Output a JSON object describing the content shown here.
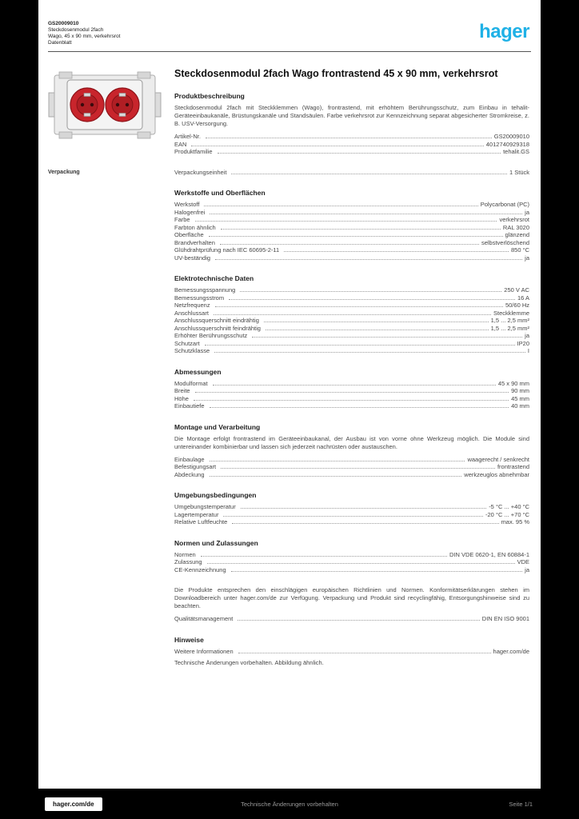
{
  "brand": {
    "logo_text": "hager",
    "color": "#1FB1E6"
  },
  "header": {
    "lines": [
      "GS20009010",
      "Steckdosenmodul 2fach",
      "Wago, 45 x 90 mm, verkehrsrot",
      "Datenblatt"
    ]
  },
  "product": {
    "title": "Steckdosenmodul 2fach Wago frontrastend 45 x 90 mm, verkehrsrot",
    "image_name": "socket-module-red"
  },
  "sections": [
    {
      "heading": "Produktbeschreibung",
      "paragraphs": [
        "Steckdosenmodul 2fach mit Steckklemmen (Wago), frontrastend, mit erhöhtem Berührungsschutz, zum Einbau in tehalit-Geräteeinbaukanäle, Brüstungskanäle und Standsäulen. Farbe verkehrsrot zur Kennzeichnung separat abgesicherter Stromkreise, z. B. USV-Versorgung."
      ],
      "rows": [
        {
          "label": "Artikel-Nr.",
          "value": "GS20009010"
        },
        {
          "label": "EAN",
          "value": "4012740929318"
        },
        {
          "label": "Produktfamilie",
          "value": "tehalit.GS"
        }
      ]
    },
    {
      "margin_note": "Verpackung",
      "rows": [
        {
          "label": "Verpackungseinheit",
          "value": "1 Stück"
        }
      ]
    },
    {
      "heading": "Werkstoffe und Oberflächen",
      "rows": [
        {
          "label": "Werkstoff",
          "value": "Polycarbonat (PC)"
        },
        {
          "label": "Halogenfrei",
          "value": "ja"
        },
        {
          "label": "Farbe",
          "value": "verkehrsrot"
        },
        {
          "label": "Farbton ähnlich",
          "value": "RAL 3020"
        },
        {
          "label": "Oberfläche",
          "value": "glänzend"
        },
        {
          "label": "Brandverhalten",
          "value": "selbstverlöschend"
        },
        {
          "label": "Glühdrahtprüfung nach IEC 60695-2-11",
          "value": "850 °C"
        },
        {
          "label": "UV-beständig",
          "value": "ja"
        }
      ]
    },
    {
      "heading": "Elektrotechnische Daten",
      "rows": [
        {
          "label": "Bemessungsspannung",
          "value": "250 V AC"
        },
        {
          "label": "Bemessungsstrom",
          "value": "16 A"
        },
        {
          "label": "Netzfrequenz",
          "value": "50/60 Hz"
        },
        {
          "label": "Anschlussart",
          "value": "Steckklemme"
        },
        {
          "label": "Anschlussquerschnitt eindrähtig",
          "value": "1,5 ... 2,5 mm²"
        },
        {
          "label": "Anschlussquerschnitt feindrähtig",
          "value": "1,5 ... 2,5 mm²"
        },
        {
          "label": "Erhöhter Berührungsschutz",
          "value": "ja"
        },
        {
          "label": "Schutzart",
          "value": "IP20"
        },
        {
          "label": "Schutzklasse",
          "value": "I"
        }
      ]
    },
    {
      "heading": "Abmessungen",
      "rows": [
        {
          "label": "Modulformat",
          "value": "45 x 90 mm"
        },
        {
          "label": "Breite",
          "value": "90 mm"
        },
        {
          "label": "Höhe",
          "value": "45 mm"
        },
        {
          "label": "Einbautiefe",
          "value": "40 mm"
        }
      ]
    },
    {
      "heading": "Montage und Verarbeitung",
      "paragraphs": [
        "Die Montage erfolgt frontrastend im Geräteeinbaukanal, der Ausbau ist von vorne ohne Werkzeug möglich. Die Module sind untereinander kombinierbar und lassen sich jederzeit nachrüsten oder austauschen."
      ],
      "rows": [
        {
          "label": "Einbaulage",
          "value": "waagerecht / senkrecht"
        },
        {
          "label": "Befestigungsart",
          "value": "frontrastend"
        },
        {
          "label": "Abdeckung",
          "value": "werkzeuglos abnehmbar"
        }
      ]
    },
    {
      "heading": "Umgebungsbedingungen",
      "rows": [
        {
          "label": "Umgebungstemperatur",
          "value": "-5 °C ... +40 °C"
        },
        {
          "label": "Lagertemperatur",
          "value": "-20 °C ... +70 °C"
        },
        {
          "label": "Relative Luftfeuchte",
          "value": "max. 95 %"
        }
      ]
    },
    {
      "heading": "Normen und Zulassungen",
      "rows": [
        {
          "label": "Normen",
          "value": "DIN VDE 0620-1, EN 60884-1"
        },
        {
          "label": "Zulassung",
          "value": "VDE"
        },
        {
          "label": "CE-Kennzeichnung",
          "value": "ja"
        }
      ]
    },
    {
      "paragraphs": [
        "Die Produkte entsprechen den einschlägigen europäischen Richtlinien und Normen. Konformitätserklärungen stehen im Downloadbereich unter hager.com/de zur Verfügung. Verpackung und Produkt sind recyclingfähig, Entsorgungshinweise sind zu beachten."
      ],
      "rows": [
        {
          "label": "Qualitätsmanagement",
          "value": "DIN EN ISO 9001"
        }
      ]
    },
    {
      "heading": "Hinweise",
      "rows": [
        {
          "label": "Weitere Informationen",
          "value": "hager.com/de"
        }
      ],
      "note": "Technische Änderungen vorbehalten. Abbildung ähnlich."
    }
  ],
  "footer": {
    "badge": "hager.com/de",
    "center": "Technische Änderungen vorbehalten",
    "right": "Seite 1/1"
  }
}
